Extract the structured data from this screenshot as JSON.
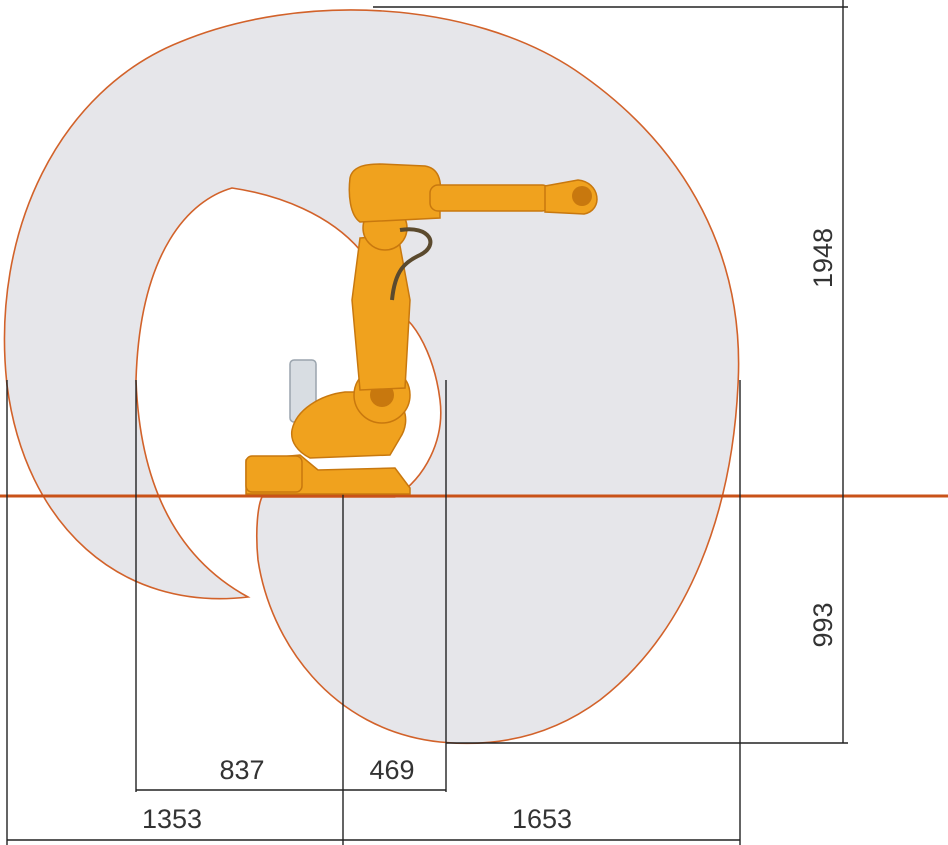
{
  "colors": {
    "envelope_fill": "#e6e6ea",
    "envelope_stroke": "#d2622a",
    "ground_line": "#c95218",
    "dimension_line": "#222222",
    "robot_body": "#f0a21e",
    "robot_shadow": "#c8780e",
    "dimension_text": "#333333"
  },
  "dimensions": {
    "reach_up": "1948",
    "reach_down": "993",
    "inner_rear": "837",
    "inner_front": "469",
    "outer_rear": "1353",
    "outer_front": "1653"
  },
  "objects": {
    "robot": "industrial-robot-arm",
    "envelope": "working-range-envelope"
  }
}
